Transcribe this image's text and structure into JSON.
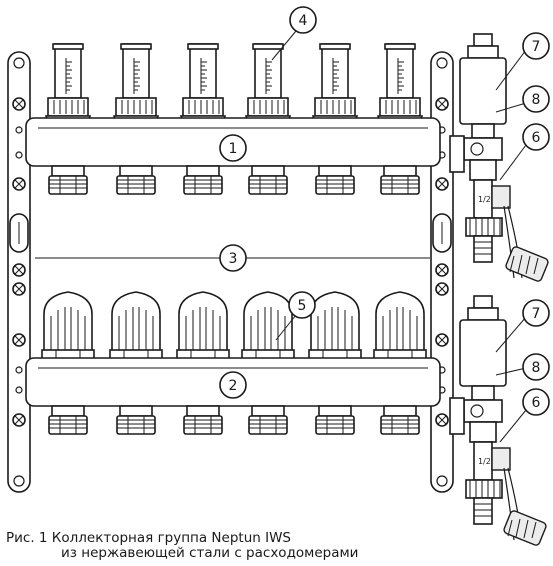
{
  "callouts": [
    {
      "id": "c1",
      "label": "1"
    },
    {
      "id": "c2",
      "label": "2"
    },
    {
      "id": "c3",
      "label": "3"
    },
    {
      "id": "c4",
      "label": "4"
    },
    {
      "id": "c5",
      "label": "5"
    },
    {
      "id": "c6a",
      "label": "6"
    },
    {
      "id": "c6b",
      "label": "6"
    },
    {
      "id": "c7a",
      "label": "7"
    },
    {
      "id": "c7b",
      "label": "7"
    },
    {
      "id": "c8a",
      "label": "8"
    },
    {
      "id": "c8b",
      "label": "8"
    }
  ],
  "caption": {
    "line1": "Рис. 1  Коллекторная группа Neptun IWS",
    "line2": "из нержавеющей стали с расходомерами"
  },
  "valve_label": "1/2",
  "colors": {
    "stroke": "#1a1a1a",
    "fill": "#ffffff",
    "shade": "#e6e6e6"
  }
}
